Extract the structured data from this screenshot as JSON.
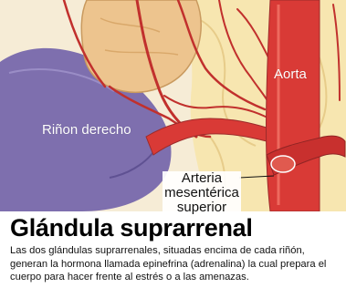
{
  "labels": {
    "rinon": "Riñon derecho",
    "aorta": "Aorta",
    "arteria": [
      "Arteria",
      "mesentérica",
      "superior"
    ]
  },
  "title": "Glándula suprarrenal",
  "body": "Las dos glándulas suprarrenales, situadas encima de cada riñón, generan la hormona llamada epinefrina (adrenalina) la cual prepara el cuerpo para hacer frente al estrés o a las amenazas.",
  "colors": {
    "kidney": "#7e6fae",
    "adrenal": "#edc48e",
    "fat": "#f7e6b0",
    "artery": "#d93a36",
    "vein": "#9c2b2b"
  }
}
